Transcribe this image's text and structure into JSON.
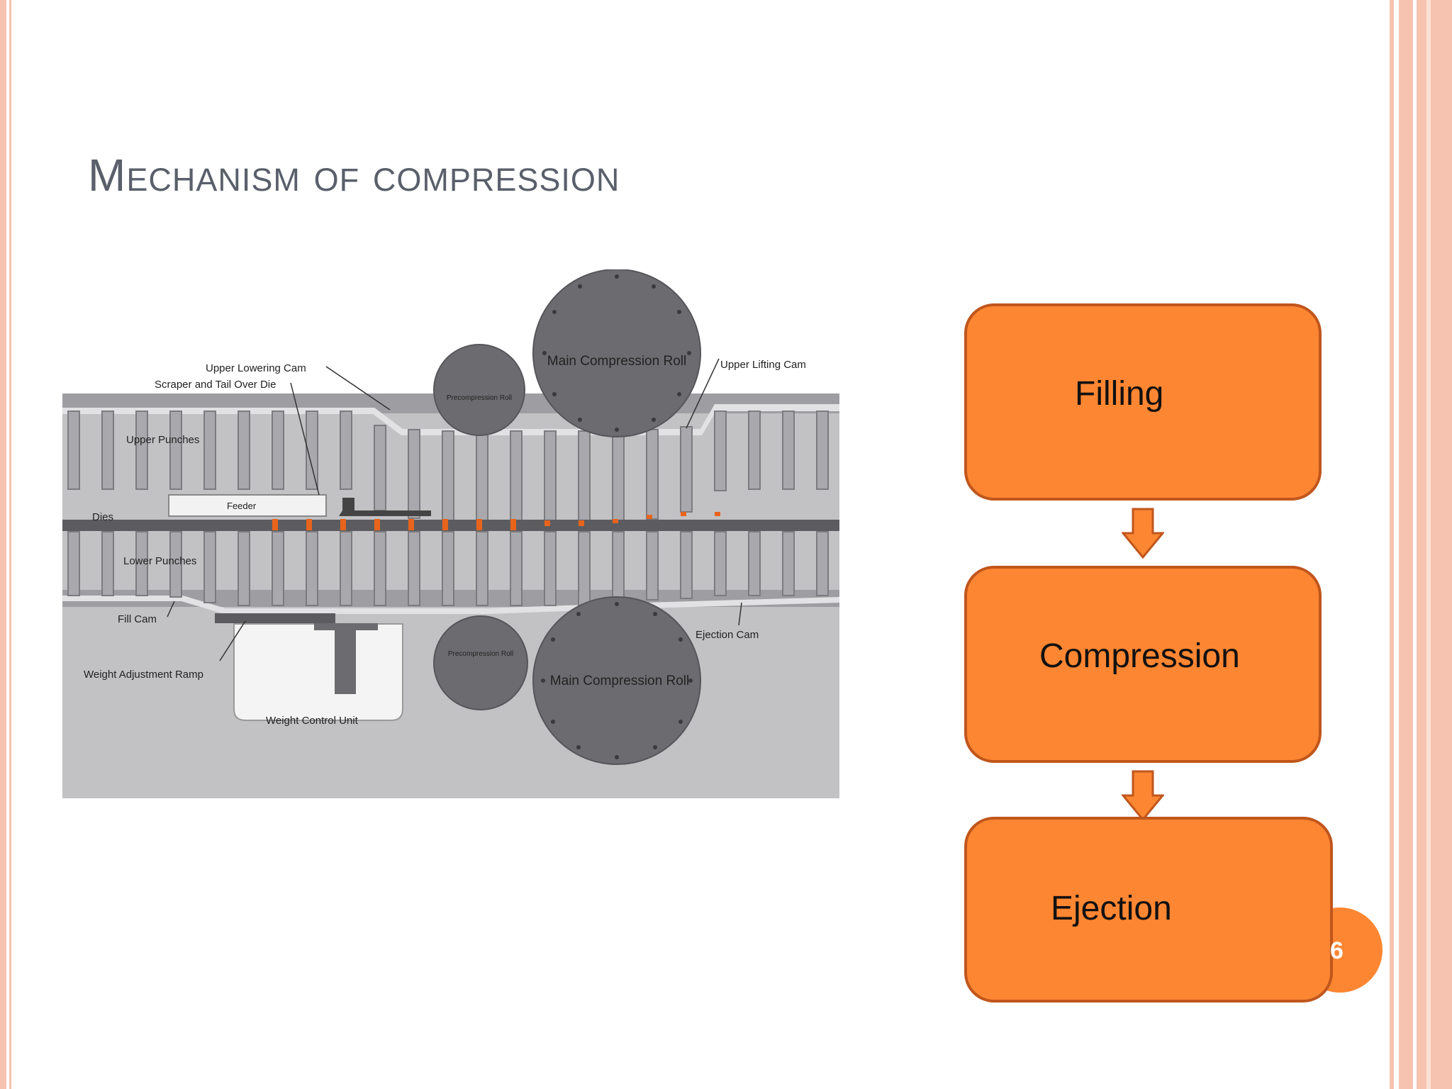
{
  "slide": {
    "title": "Mechanism of compression",
    "page_number": "6"
  },
  "diagram": {
    "labels": {
      "upper_lowering_cam": "Upper  Lowering Cam",
      "scraper": "Scraper and Tail Over Die",
      "upper_punches": "Upper Punches",
      "feeder": "Feeder",
      "dies": "Dies",
      "lower_punches": "Lower Punches",
      "fill_cam": "Fill Cam",
      "weight_ramp": "Weight Adjustment Ramp",
      "weight_unit": "Weight Control Unit",
      "precomp_upper": "Precompression Roll",
      "precomp_lower": "Precompression Roll",
      "main_upper": "Main Compression Roll",
      "main_lower": "Main Compression Roll",
      "upper_lifting_cam": "Upper  Lifting Cam",
      "ejection_cam": "Ejection Cam"
    }
  },
  "flow": {
    "steps": [
      "Filling",
      "Compression",
      "Ejection"
    ]
  },
  "colors": {
    "accent": "#fd8632",
    "accent_border": "#c0561c",
    "frame": "#f6c3b0",
    "title": "#5a5f6b"
  }
}
